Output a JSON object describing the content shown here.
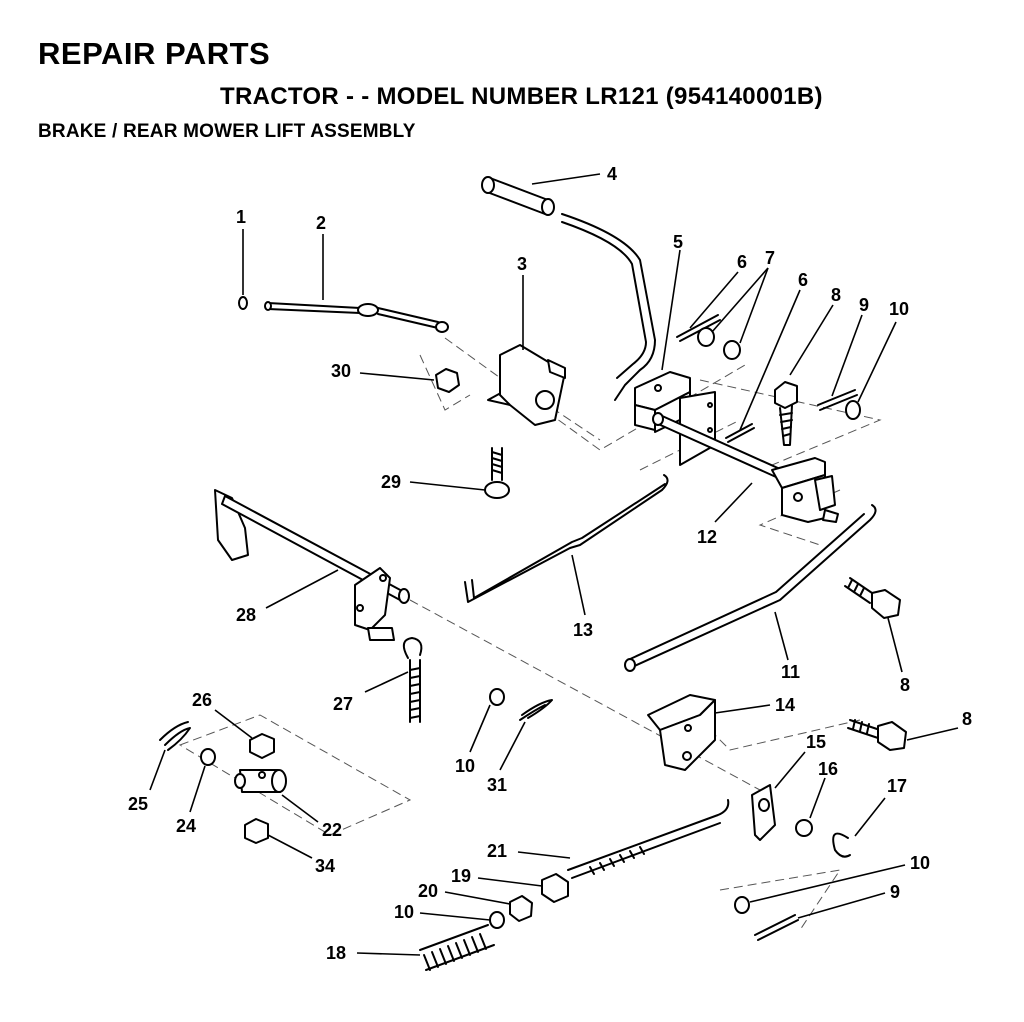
{
  "header": {
    "title": "REPAIR PARTS",
    "subtitle": "TRACTOR - - MODEL NUMBER LR121 (954140001B)",
    "section": "BRAKE / REAR MOWER LIFT ASSEMBLY"
  },
  "callouts": {
    "c1": "1",
    "c2": "2",
    "c3": "3",
    "c4": "4",
    "c5": "5",
    "c6a": "6",
    "c6b": "6",
    "c7": "7",
    "c8a": "8",
    "c8b": "8",
    "c8c": "8",
    "c9a": "9",
    "c9b": "9",
    "c10a": "10",
    "c10b": "10",
    "c10c": "10",
    "c10d": "10",
    "c11": "11",
    "c12": "12",
    "c13": "13",
    "c14": "14",
    "c15": "15",
    "c16": "16",
    "c17": "17",
    "c18": "18",
    "c19": "19",
    "c20": "20",
    "c21": "21",
    "c22": "22",
    "c24": "24",
    "c25": "25",
    "c26": "26",
    "c27": "27",
    "c28": "28",
    "c29": "29",
    "c30": "30",
    "c31": "31",
    "c34": "34"
  }
}
